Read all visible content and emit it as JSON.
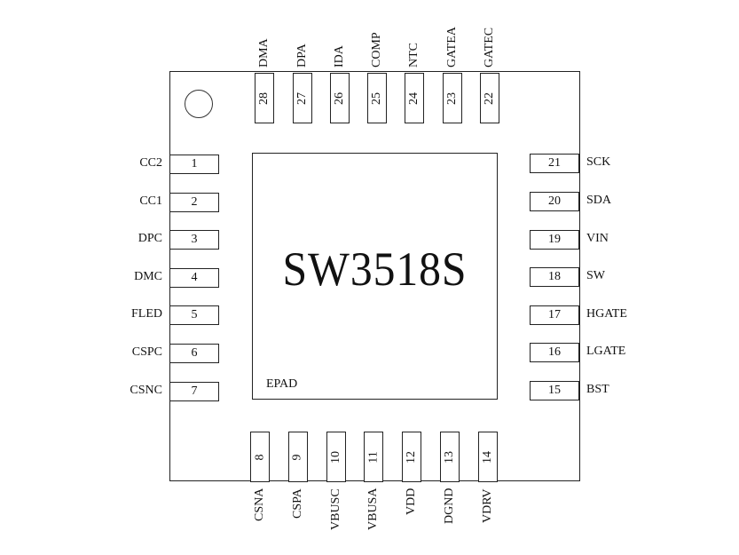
{
  "chip": {
    "name": "SW3518S",
    "pad_label": "EPAD"
  },
  "pins": {
    "left": [
      {
        "num": "1",
        "name": "CC2"
      },
      {
        "num": "2",
        "name": "CC1"
      },
      {
        "num": "3",
        "name": "DPC"
      },
      {
        "num": "4",
        "name": "DMC"
      },
      {
        "num": "5",
        "name": "FLED"
      },
      {
        "num": "6",
        "name": "CSPC"
      },
      {
        "num": "7",
        "name": "CSNC"
      }
    ],
    "bottom": [
      {
        "num": "8",
        "name": "CSNA"
      },
      {
        "num": "9",
        "name": "CSPA"
      },
      {
        "num": "10",
        "name": "VBUSC"
      },
      {
        "num": "11",
        "name": "VBUSA"
      },
      {
        "num": "12",
        "name": "VDD"
      },
      {
        "num": "13",
        "name": "DGND"
      },
      {
        "num": "14",
        "name": "VDRV"
      }
    ],
    "right": [
      {
        "num": "15",
        "name": "BST"
      },
      {
        "num": "16",
        "name": "LGATE"
      },
      {
        "num": "17",
        "name": "HGATE"
      },
      {
        "num": "18",
        "name": "SW"
      },
      {
        "num": "19",
        "name": "VIN"
      },
      {
        "num": "20",
        "name": "SDA"
      },
      {
        "num": "21",
        "name": "SCK"
      }
    ],
    "top": [
      {
        "num": "22",
        "name": "GATEC"
      },
      {
        "num": "23",
        "name": "GATEA"
      },
      {
        "num": "24",
        "name": "NTC"
      },
      {
        "num": "25",
        "name": "COMP"
      },
      {
        "num": "26",
        "name": "IDA"
      },
      {
        "num": "27",
        "name": "DPA"
      },
      {
        "num": "28",
        "name": "DMA"
      }
    ]
  }
}
